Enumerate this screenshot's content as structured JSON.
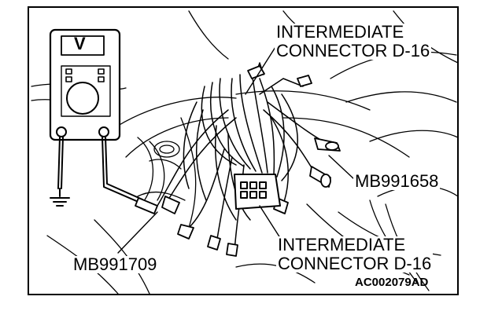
{
  "labels": {
    "connector_top_line1": "INTERMEDIATE",
    "connector_top_line2": "CONNECTOR D-16",
    "harness_right": "MB991658",
    "harness_left": "MB991709",
    "connector_bottom_line1": "INTERMEDIATE",
    "connector_bottom_line2": "CONNECTOR D-16",
    "figure_code": "AC002079AD"
  },
  "meter": {
    "display": "V"
  },
  "colors": {
    "ink": "#000000",
    "paper": "#ffffff"
  }
}
